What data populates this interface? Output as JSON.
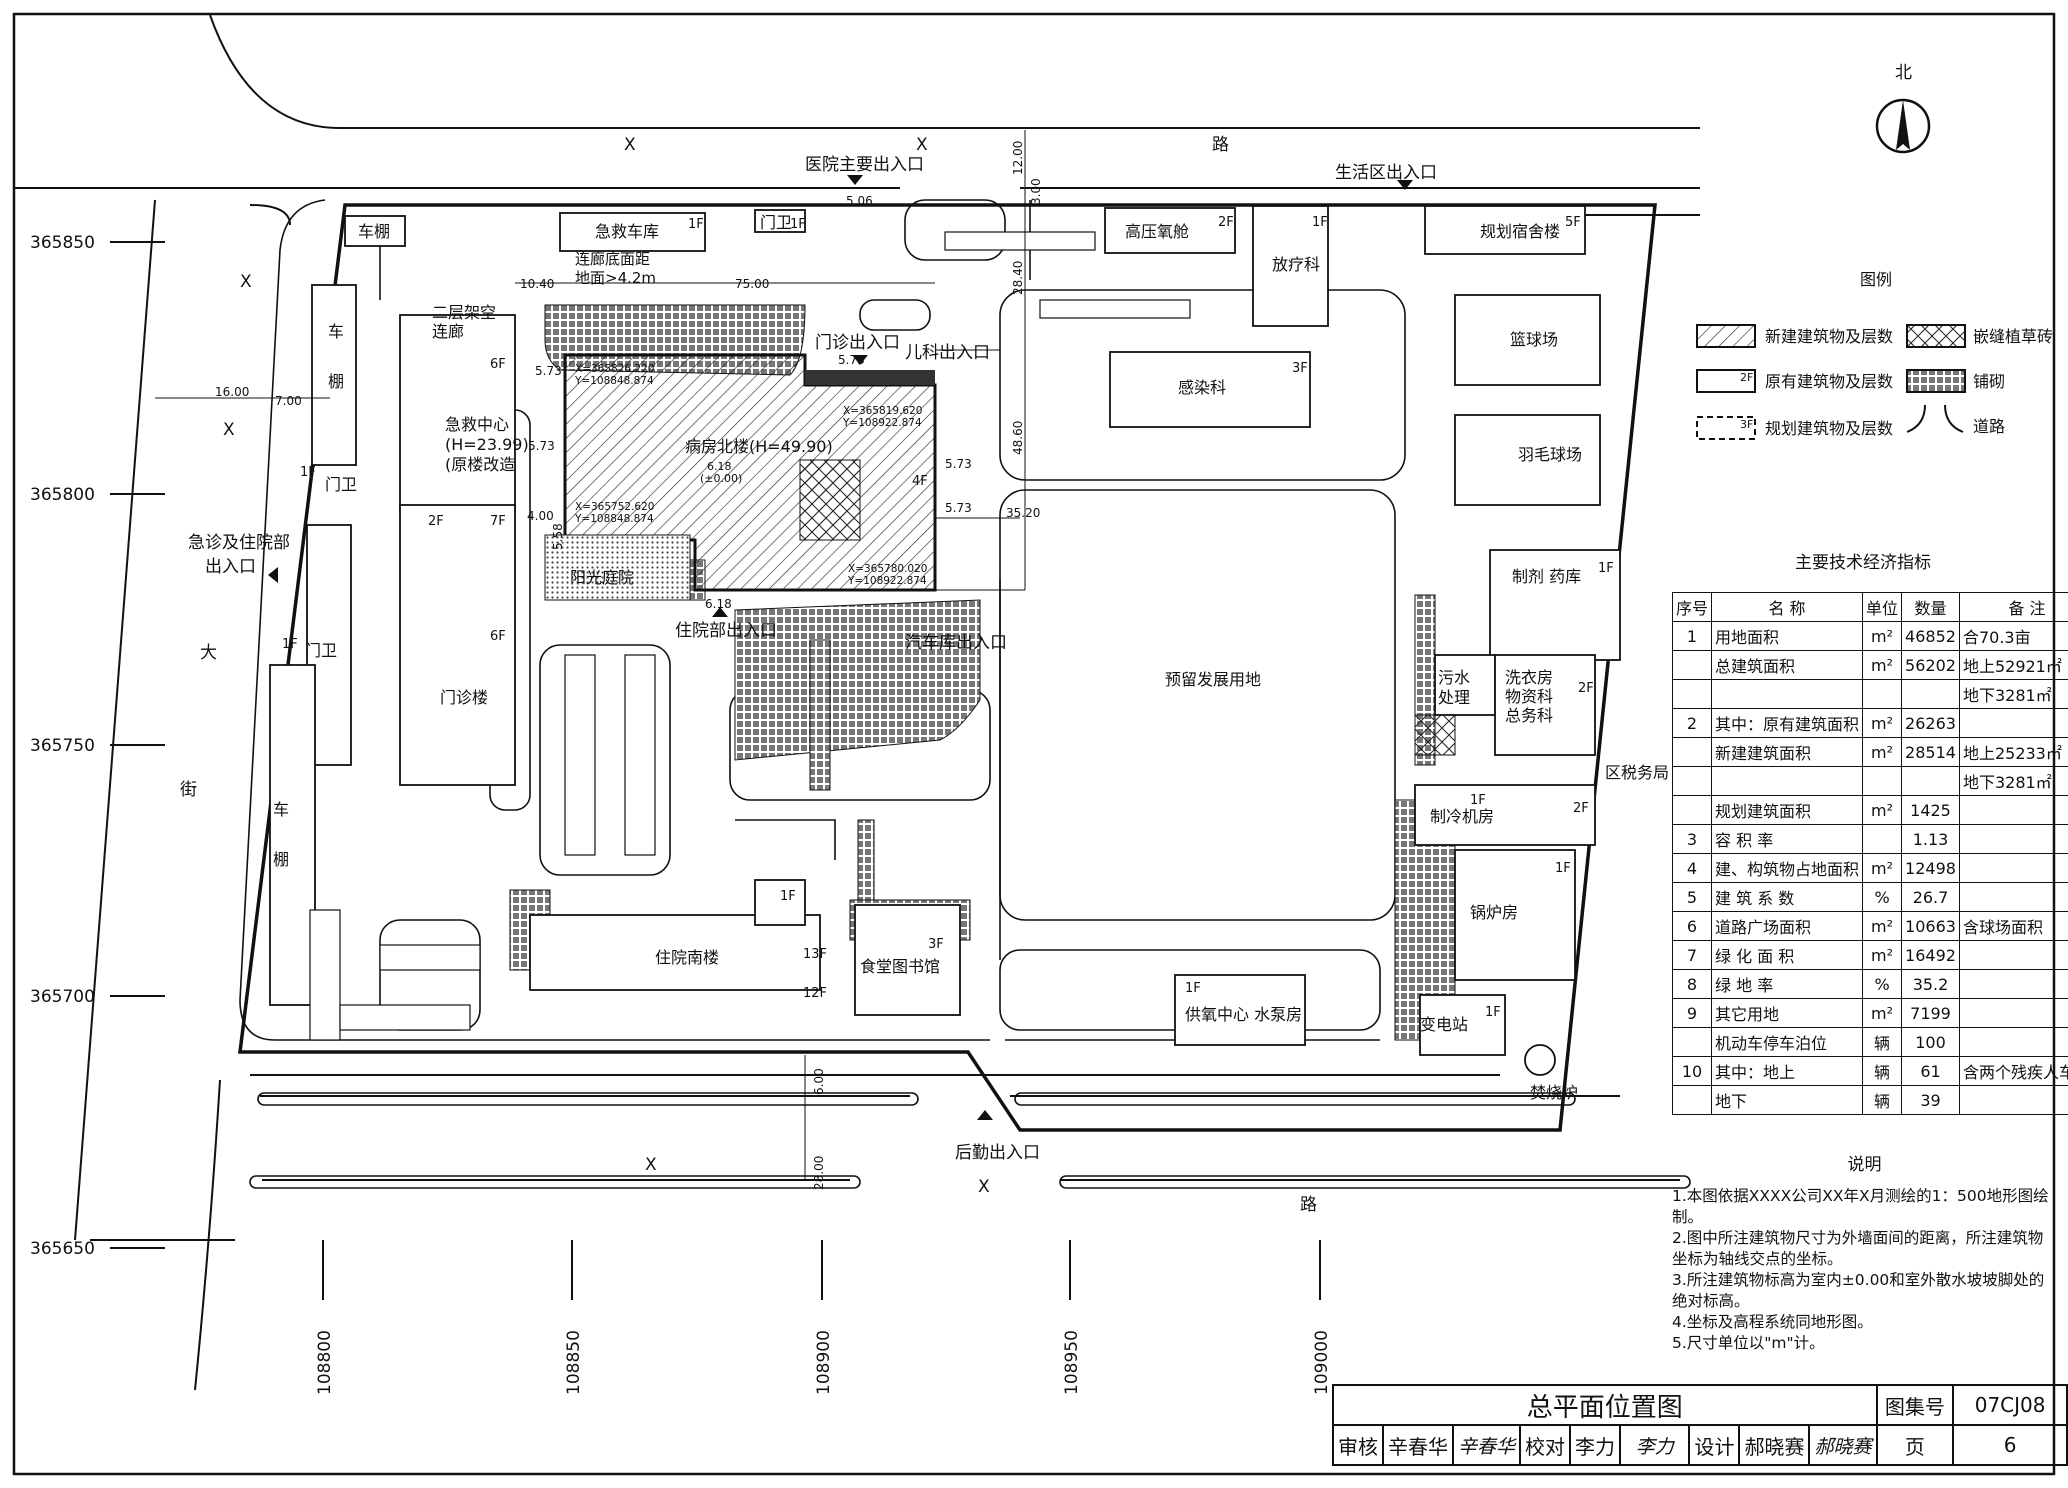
{
  "roads": {
    "north_road_x1": "X",
    "north_road_x2": "X",
    "north_road_road": "路",
    "south_road_x1": "X",
    "south_road_x2": "X",
    "south_road_road": "路",
    "west_street_x1": "X",
    "west_street_x2": "X",
    "west_street_da": "大",
    "west_street_jie": "街"
  },
  "coords": {
    "y_labels": [
      "365850",
      "365800",
      "365750",
      "365700",
      "365650"
    ],
    "x_labels": [
      "108800",
      "108850",
      "108900",
      "108950",
      "109000"
    ]
  },
  "compass": {
    "north": "北"
  },
  "entrances": {
    "main": "医院主要出入口",
    "living": "生活区出入口",
    "emergency_line1": "急诊及住院部",
    "emergency_line2": "出入口",
    "outpatient": "门诊出入口",
    "pediatric": "儿科出入口",
    "inpatient": "住院部出入口",
    "garage": "汽车库出入口",
    "logistics": "后勤出入口"
  },
  "buildings": {
    "shed_top": "车棚",
    "ambulance_garage": "急救车库",
    "ambulance_garage_floors": "1F",
    "guard_top": "门卫",
    "guard_top_floors": "1F",
    "oxygen_hp": "高压氧舱",
    "oxygen_hp_floors": "2F",
    "radiotherapy": "放疗科",
    "radiotherapy_floors": "1F",
    "dorm": "规划宿舍楼",
    "dorm_floors": "5F",
    "infection": "感染科",
    "infection_floors": "3F",
    "basketball": "篮球场",
    "badminton": "羽毛球场",
    "shed_west1_a": "车",
    "shed_west1_b": "棚",
    "guard_west": "门卫",
    "guard_west_floors": "1F",
    "guard_west2": "门卫",
    "guard_west2_floors": "1F",
    "shed_west2_a": "车",
    "shed_west2_b": "棚",
    "corridor_line1": "二层架空",
    "corridor_line2": "连廊",
    "corridor_clear_line1": "连廊底面距",
    "corridor_clear_line2": "地面>4.2m",
    "er_line1": "急救中心",
    "er_line2": "(H=23.99)",
    "er_line3": "(原楼改造",
    "er_floors_top": "6F",
    "er_floors_mid": "7F",
    "er_floors_left": "2F",
    "outpatient_bldg": "门诊楼",
    "outpatient_floors": "6F",
    "ward_north": "病房北楼(H=49.90)",
    "ward_north_floors": "4F",
    "ward_level_1": "6.18",
    "ward_level_2": "(±0.00)",
    "sunken_court": "阳光庭院",
    "reserved": "预留发展用地",
    "pharmacy_line": "制剂  药库",
    "pharmacy_floors": "1F",
    "sewage_line1": "污水",
    "sewage_line2": "处理",
    "laundry_line1": "洗衣房",
    "laundry_line2": "物资科",
    "laundry_line3": "总务科",
    "laundry_floors": "2F",
    "tax_bureau": "区税务局",
    "chiller": "制冷机房",
    "chiller_floors1": "1F",
    "chiller_floors2": "2F",
    "boiler": "锅炉房",
    "boiler_floors": "1F",
    "ward_south": "住院南楼",
    "ward_south_floors_a": "1F",
    "ward_south_floors_b": "13F",
    "ward_south_floors_c": "12F",
    "canteen": "食堂图书馆",
    "canteen_floors": "3F",
    "oxygen_supply": "供氧中心  水泵房",
    "oxygen_supply_floors": "1F",
    "substation": "变电站",
    "substation_floors": "1F",
    "incinerator": "焚烧炉"
  },
  "dimensions": {
    "d_12": "12.00",
    "d_3": "3.00",
    "d_506": "5.06",
    "d_1040": "10.40",
    "d_75": "75.00",
    "d_2840": "28.40",
    "d_573a": "5.73",
    "d_573b": "5.73",
    "d_573c": "5.73",
    "d_573d": "5.73",
    "d_573e": "5.73",
    "d_4860": "48.60",
    "d_3520": "35.20",
    "d_16": "16.00",
    "d_7": "7.00",
    "d_4": "4.00",
    "d_558": "5.58",
    "d_618": "6.18",
    "d_6": "6.00",
    "d_28": "28.00",
    "pt1_x": "X=365826.220",
    "pt1_y": "Y=108848.874",
    "pt2_x": "X=365819.620",
    "pt2_y": "Y=108922.874",
    "pt3_x": "X=365752.620",
    "pt3_y": "Y=108848.874",
    "pt4_x": "X=365780.020",
    "pt4_y": "Y=108922.874"
  },
  "legend": {
    "title": "图例",
    "new_building": "新建建筑物及层数",
    "existing_building": "原有建筑物及层数",
    "planned_building": "规划建筑物及层数",
    "grass_brick": "嵌缝植草砖",
    "paving": "铺砌",
    "road": "道路",
    "floor_tag": "2F",
    "floor_tag_planned": "3F"
  },
  "econ": {
    "title": "主要技术经济指标",
    "headers": [
      "序号",
      "名  称",
      "单位",
      "数量",
      "备  注"
    ],
    "rows": [
      [
        "1",
        "用地面积",
        "m²",
        "46852",
        "合70.3亩"
      ],
      [
        "",
        "总建筑面积",
        "m²",
        "56202",
        "地上52921㎡"
      ],
      [
        "",
        "",
        "",
        "",
        "地下3281㎡"
      ],
      [
        "2",
        "其中：原有建筑面积",
        "m²",
        "26263",
        ""
      ],
      [
        "",
        "新建建筑面积",
        "m²",
        "28514",
        "地上25233㎡"
      ],
      [
        "",
        "",
        "",
        "",
        "地下3281㎡"
      ],
      [
        "",
        "规划建筑面积",
        "m²",
        "1425",
        ""
      ],
      [
        "3",
        "容 积 率",
        "",
        "1.13",
        ""
      ],
      [
        "4",
        "建、构筑物占地面积",
        "m²",
        "12498",
        ""
      ],
      [
        "5",
        "建 筑 系 数",
        "%",
        "26.7",
        ""
      ],
      [
        "6",
        "道路广场面积",
        "m²",
        "10663",
        "含球场面积"
      ],
      [
        "7",
        "绿 化 面 积",
        "m²",
        "16492",
        ""
      ],
      [
        "8",
        "绿 地 率",
        "%",
        "35.2",
        ""
      ],
      [
        "9",
        "其它用地",
        "m²",
        "7199",
        ""
      ],
      [
        "",
        "机动车停车泊位",
        "辆",
        "100",
        ""
      ],
      [
        "10",
        "其中：地上",
        "辆",
        "61",
        "含两个残疾人车位"
      ],
      [
        "",
        "地下",
        "辆",
        "39",
        ""
      ]
    ]
  },
  "notes": {
    "title": "说明",
    "items": [
      "1.本图依据XXXX公司XX年X月测绘的1：500地形图绘制。",
      "2.图中所注建筑物尺寸为外墙面间的距离，所注建筑物",
      "   坐标为轴线交点的坐标。",
      "3.所注建筑物标高为室内±0.00和室外散水坡坡脚处的",
      "   绝对标高。",
      "4.坐标及高程系统同地形图。",
      "5.尺寸单位以\"m\"计。"
    ]
  },
  "titleblock": {
    "title": "总平面位置图",
    "atlas_label": "图集号",
    "atlas_no": "07CJ08",
    "review_label": "审核",
    "reviewer": "辛春华",
    "reviewer_sig": "辛春华",
    "check_label": "校对",
    "checker": "李力",
    "checker_sig": "李力",
    "design_label": "设计",
    "designer": "郝晓赛",
    "designer_sig": "郝晓赛",
    "page_label": "页",
    "page_no": "6"
  }
}
